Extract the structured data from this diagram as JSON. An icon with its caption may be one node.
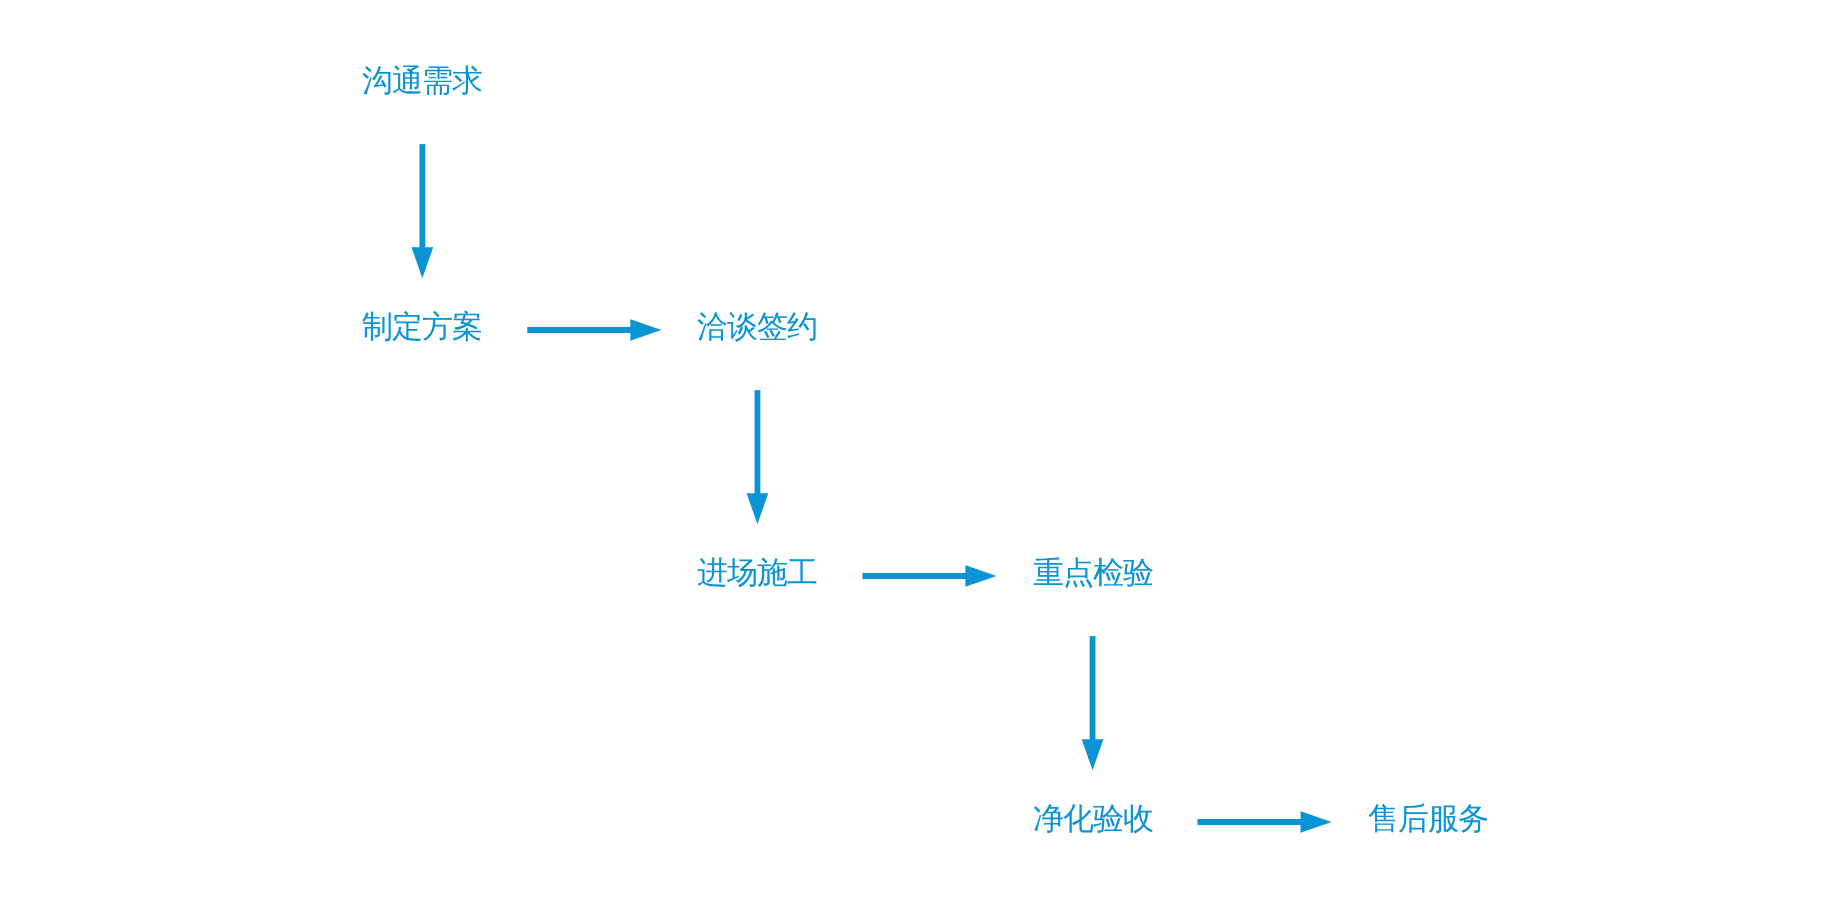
{
  "diagram": {
    "nodes": [
      {
        "text": [
          "沟通需求"
        ]
      },
      {
        "text": [
          "制定方案"
        ]
      },
      {
        "text": [
          "洽谈签约"
        ]
      },
      {
        "text": [
          "进场施工"
        ]
      },
      {
        "text": [
          "重点检验"
        ]
      },
      {
        "text": [
          "净化验收"
        ]
      },
      {
        "text": [
          "售后服务"
        ]
      }
    ],
    "edges": [
      {
        "from": 0,
        "to": 1,
        "arrow": "to"
      },
      {
        "from": 1,
        "to": 2,
        "arrow": "to"
      },
      {
        "from": 2,
        "to": 3,
        "arrow": "to"
      },
      {
        "from": 3,
        "to": 4,
        "arrow": "to"
      },
      {
        "from": 4,
        "to": 5,
        "arrow": "to"
      },
      {
        "from": 5,
        "to": 6,
        "arrow": "to"
      }
    ]
  }
}
